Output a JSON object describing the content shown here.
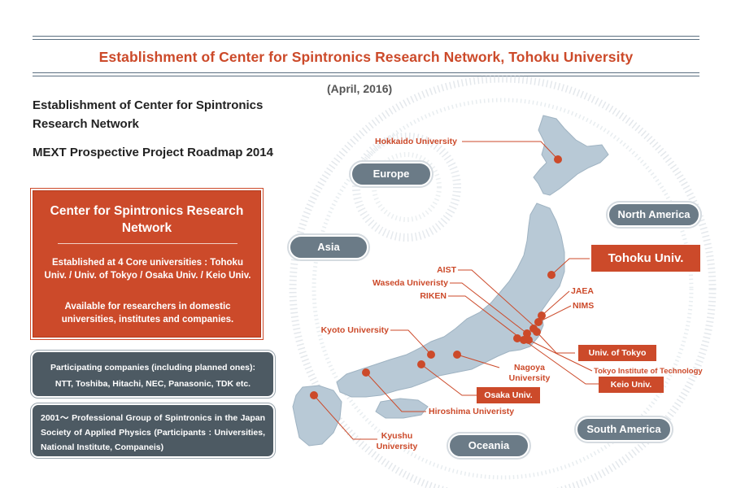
{
  "title": "Establishment of Center for Spintronics Research Network, Tohoku University",
  "date": "(April, 2016)",
  "left": {
    "heading1": "Establishment of Center for Spintronics Research Network",
    "heading2": "MEXT Prospective Project Roadmap 2014",
    "center_box": {
      "title": "Center for Spintronics Research Network",
      "established": "Established at 4 Core universities : Tohoku Univ. / Univ. of Tokyo / Osaka Univ. / Keio Univ.",
      "available": "Available for researchers in domestic universities, institutes and companies."
    },
    "companies_box": {
      "line1": "Participating companies (including planned ones):",
      "line2": "NTT, Toshiba, Hitachi, NEC, Panasonic, TDK etc."
    },
    "society_box": "2001〜 Professional Group of Spintronics in the Japan Society of Applied Physics (Participants : Universities, National Institute, Companeis)"
  },
  "regions": {
    "europe": "Europe",
    "asia": "Asia",
    "north_america": "North America",
    "south_america": "South America",
    "oceania": "Oceania"
  },
  "institutions": {
    "hokkaido": "Hokkaido University",
    "tohoku": "Tohoku Univ.",
    "aist": "AIST",
    "waseda": "Waseda Univeristy",
    "riken": "RIKEN",
    "jaea": "JAEA",
    "nims": "NIMS",
    "kyoto": "Kyoto University",
    "tokyo": "Univ. of Tokyo",
    "tokyo_tech": "Tokyo Institute of Technology",
    "keio": "Keio Univ.",
    "nagoya_1": "Nagoya",
    "nagoya_2": "University",
    "osaka": "Osaka Univ.",
    "hiroshima": "Hiroshima Univeristy",
    "kyushu_1": "Kyushu",
    "kyushu_2": "University"
  },
  "colors": {
    "accent": "#cc4a2a",
    "map_fill": "#b8c9d6",
    "pill_fill": "#6b7b87",
    "gray_box": "#4d5a63"
  }
}
